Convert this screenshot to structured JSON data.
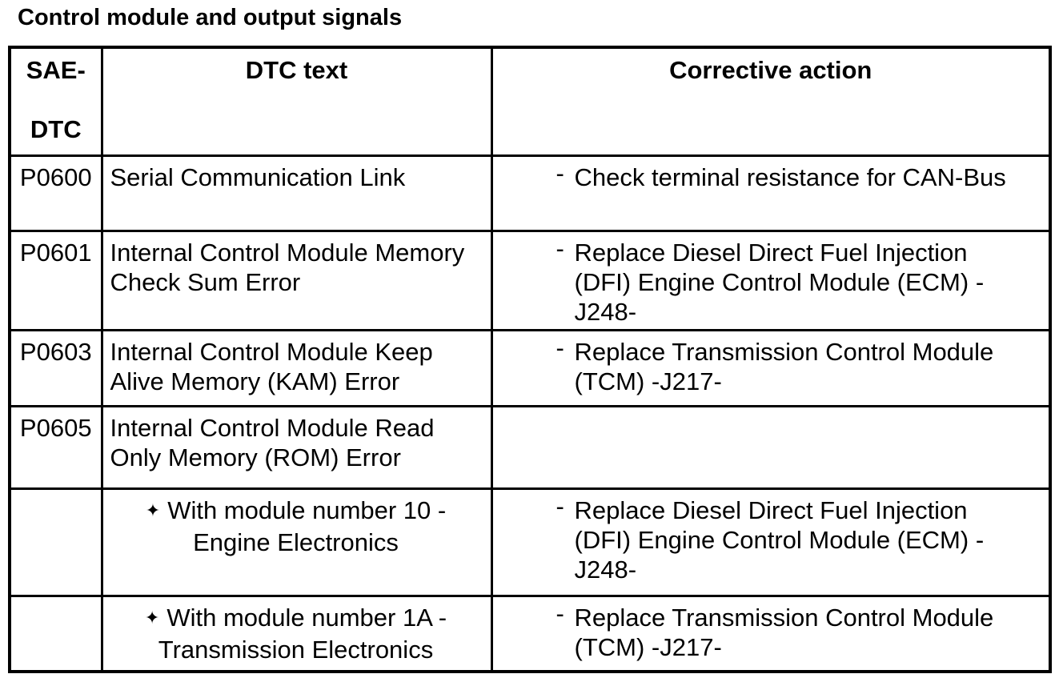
{
  "title": "Control module and output signals",
  "markers": {
    "dash": "-",
    "diamond": "✦"
  },
  "table": {
    "headers": {
      "sae_dtc": [
        "SAE-",
        "",
        "DTC"
      ],
      "dtc_text": "DTC text",
      "corrective_action": "Corrective action"
    },
    "rows": [
      {
        "code": "P0600",
        "dtc_text": [
          "Serial Communication Link"
        ],
        "action": [
          "Check terminal resistance for CAN-Bus"
        ]
      },
      {
        "code": "P0601",
        "dtc_text": [
          "Internal Control Module Memory",
          "Check Sum Error"
        ],
        "action": [
          "Replace Diesel Direct Fuel Injection",
          "(DFI) Engine Control Module (ECM) -",
          "J248-"
        ]
      },
      {
        "code": "P0603",
        "dtc_text": [
          "Internal Control Module Keep",
          "Alive Memory (KAM) Error"
        ],
        "action": [
          "Replace Transmission Control Module",
          "(TCM) -J217-"
        ]
      },
      {
        "code": "P0605",
        "dtc_text": [
          "Internal Control Module Read",
          "Only Memory (ROM) Error"
        ],
        "action": []
      },
      {
        "code": "",
        "dtc_text": [
          "With module number 10 -",
          "Engine Electronics"
        ],
        "action": [
          "Replace Diesel Direct Fuel Injection",
          "(DFI) Engine Control Module (ECM) -",
          "J248-"
        ]
      },
      {
        "code": "",
        "dtc_text": [
          "With module number 1A -",
          "Transmission Electronics"
        ],
        "action": [
          "Replace Transmission Control Module",
          "(TCM) -J217-"
        ]
      }
    ]
  }
}
